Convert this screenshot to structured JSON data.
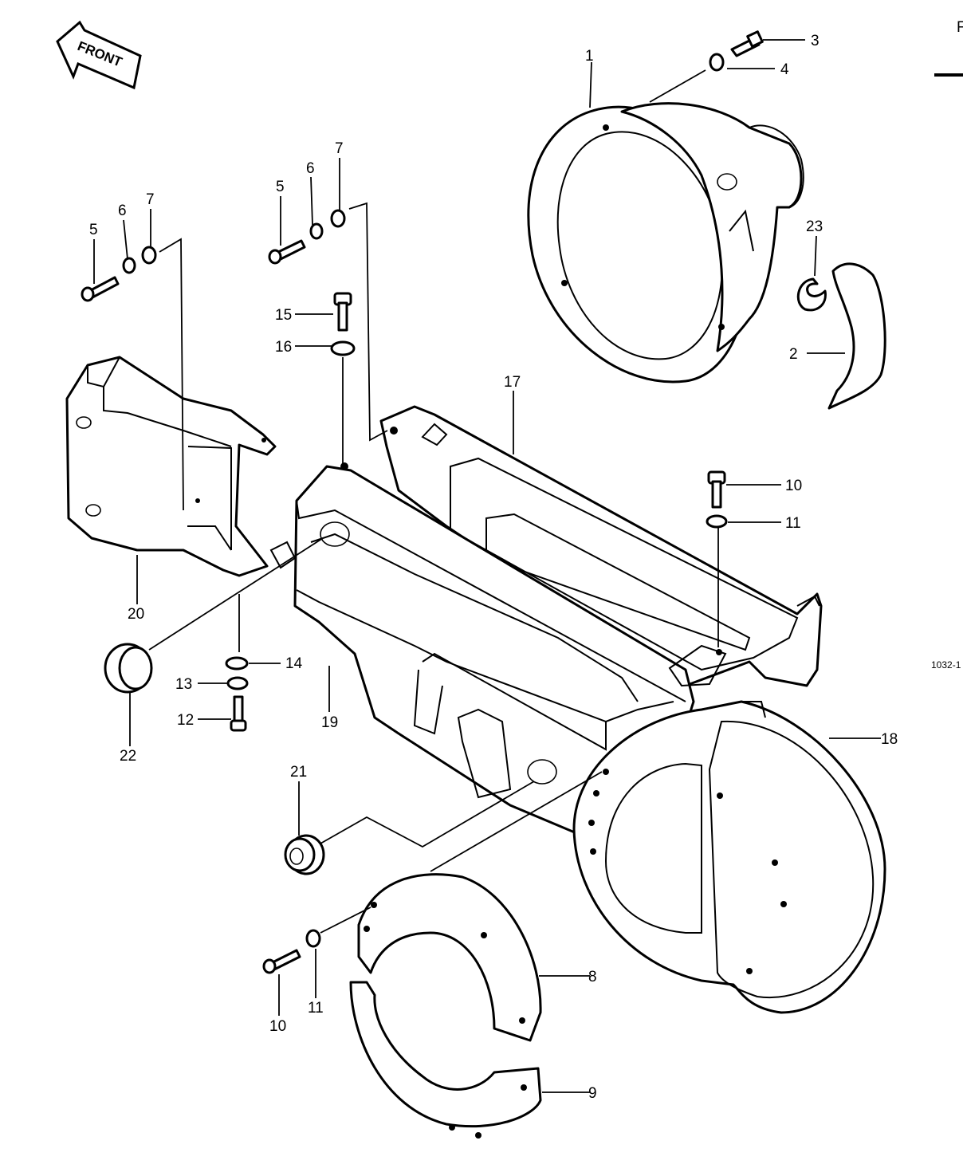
{
  "diagram": {
    "front_label": "FRONT",
    "drawing_code": "1032-1",
    "corner_letter": "F",
    "callouts": [
      "1",
      "2",
      "3",
      "4",
      "5",
      "6",
      "7",
      "5",
      "6",
      "7",
      "8",
      "9",
      "10",
      "11",
      "10",
      "11",
      "12",
      "13",
      "14",
      "15",
      "16",
      "17",
      "18",
      "19",
      "20",
      "21",
      "22",
      "23"
    ]
  }
}
